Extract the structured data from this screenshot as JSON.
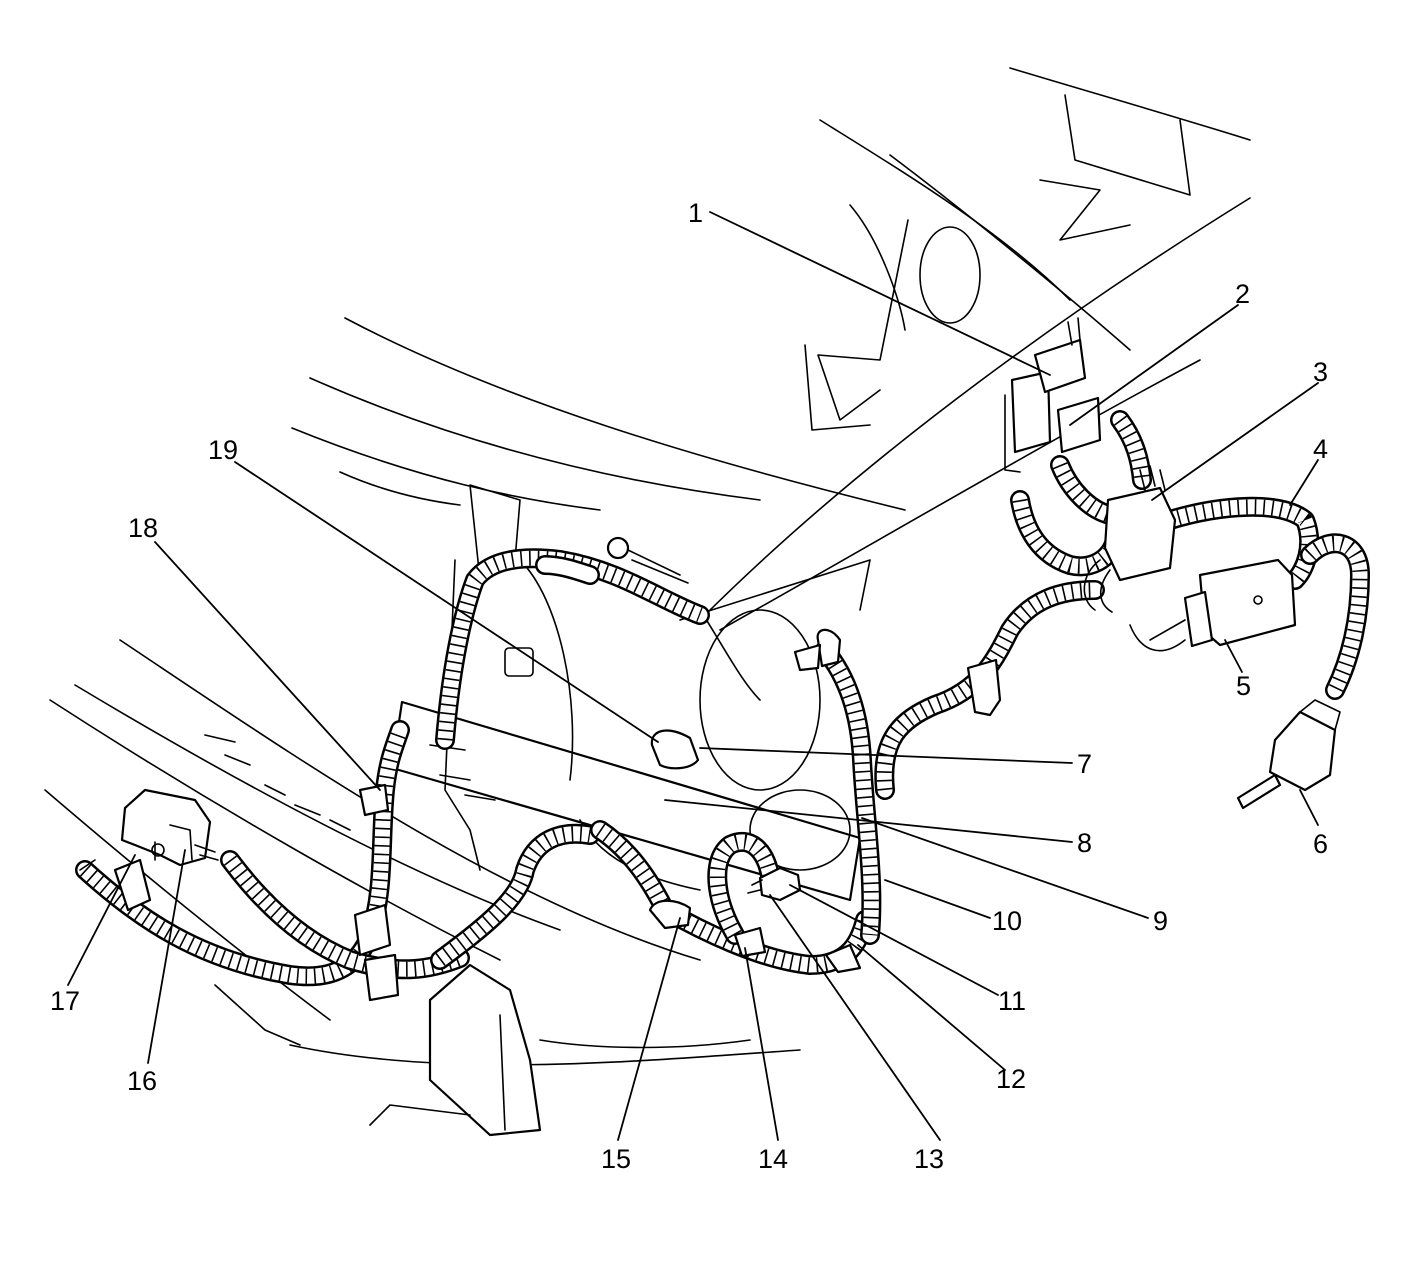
{
  "diagram": {
    "callouts": [
      {
        "id": "c1",
        "label": "1"
      },
      {
        "id": "c2",
        "label": "2"
      },
      {
        "id": "c3",
        "label": "3"
      },
      {
        "id": "c4",
        "label": "4"
      },
      {
        "id": "c5",
        "label": "5"
      },
      {
        "id": "c6",
        "label": "6"
      },
      {
        "id": "c7",
        "label": "7"
      },
      {
        "id": "c8",
        "label": "8"
      },
      {
        "id": "c9",
        "label": "9"
      },
      {
        "id": "c10",
        "label": "10"
      },
      {
        "id": "c11",
        "label": "11"
      },
      {
        "id": "c12",
        "label": "12"
      },
      {
        "id": "c13",
        "label": "13"
      },
      {
        "id": "c14",
        "label": "14"
      },
      {
        "id": "c15",
        "label": "15"
      },
      {
        "id": "c16",
        "label": "16"
      },
      {
        "id": "c17",
        "label": "17"
      },
      {
        "id": "c18",
        "label": "18"
      },
      {
        "id": "c19",
        "label": "19"
      }
    ],
    "colors": {
      "line": "#000000",
      "background": "#ffffff"
    }
  }
}
